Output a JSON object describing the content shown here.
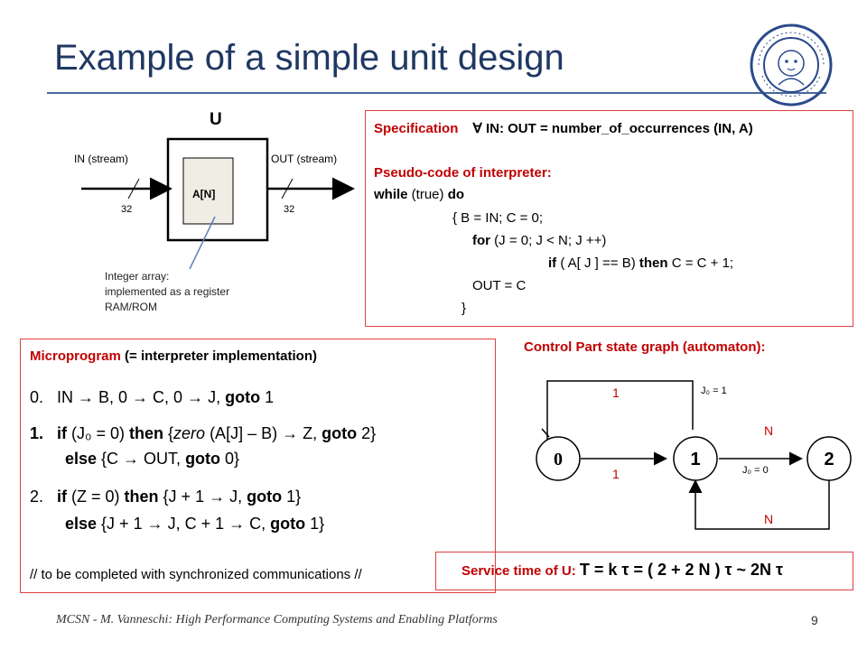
{
  "slide": {
    "title": "Example of a simple unit design",
    "page_number": "9",
    "footer": "MCSN  -   M. Vanneschi: High Performance Computing Systems and Enabling Platforms"
  },
  "unit_diagram": {
    "unit_label": "U",
    "input_label": "IN (stream)",
    "output_label": "OUT (stream)",
    "input_width": "32",
    "output_width": "32",
    "array_label": "A[N]",
    "note_lines": [
      "Integer array:",
      "implemented as a register",
      "RAM/ROM"
    ]
  },
  "specification": {
    "keyword": "Specification",
    "formula": "∀ IN:  OUT = number_of_occurrences  (IN, A)",
    "pseudo_title": "Pseudo-code  of interpreter:",
    "code": {
      "while_kw": "while",
      "while_cond": " (true) ",
      "do_kw": "do",
      "line1": "{  B = IN; C = 0;",
      "for_kw": "for",
      "for_cond": " (J = 0; J < N; J ++)",
      "if_kw": "if",
      "if_cond": " ( A[ J ] == B) ",
      "then_kw": "then",
      "then_stmt": " C = C + 1;",
      "out_line": "OUT = C",
      "close": "}"
    }
  },
  "microprogram": {
    "title_kw": "Microprogram",
    "title_rest": " (= interpreter implementation)",
    "step0": {
      "num": "0.",
      "text": "IN → B, 0 → C, 0 → J, ",
      "goto": "goto",
      "target": " 1"
    },
    "step1": {
      "num": "1.",
      "if_kw": "if",
      "cond": " (J₀ = 0) ",
      "then_kw": "then",
      "then_open": " {",
      "zero_kw": "zero",
      "then_mid": " (A[J] – B) → Z, ",
      "goto": "goto",
      "then_target": " 2}",
      "else_kw": "else",
      "else_open": " {C → OUT, ",
      "else_target": " 0}"
    },
    "step2": {
      "num": "2.",
      "if_kw": "if",
      "cond": " (Z = 0) ",
      "then_kw": "then",
      "then_open": " {J + 1 → J, ",
      "goto": "goto",
      "then_target": " 1}",
      "else_kw": "else",
      "else_open": " {J + 1 → J, C + 1 → C, ",
      "else_target": " 1}"
    },
    "comment": "// to be completed with synchronized communications //"
  },
  "state_graph": {
    "title": "Control Part state graph (automaton):",
    "states": [
      "0",
      "1",
      "2"
    ],
    "edge_labels": {
      "self_loop_top": "1",
      "zero_to_one": "1",
      "j0_eq_1": "J₀ = 1",
      "one_to_two_top": "N",
      "j0_eq_0": "J₀ = 0",
      "two_to_one_bottom": "N"
    },
    "colors": {
      "edge_label": "#c00000",
      "node_stroke": "#000000"
    }
  },
  "service_time": {
    "label": "Service time of U: ",
    "formula": "T = k τ = ( 2 + 2 N ) τ ~ 2N τ"
  },
  "colors": {
    "title": "#1f3864",
    "accent_red": "#c00000",
    "box_border": "#e04040",
    "arrow_blue": "#5b80c0"
  }
}
